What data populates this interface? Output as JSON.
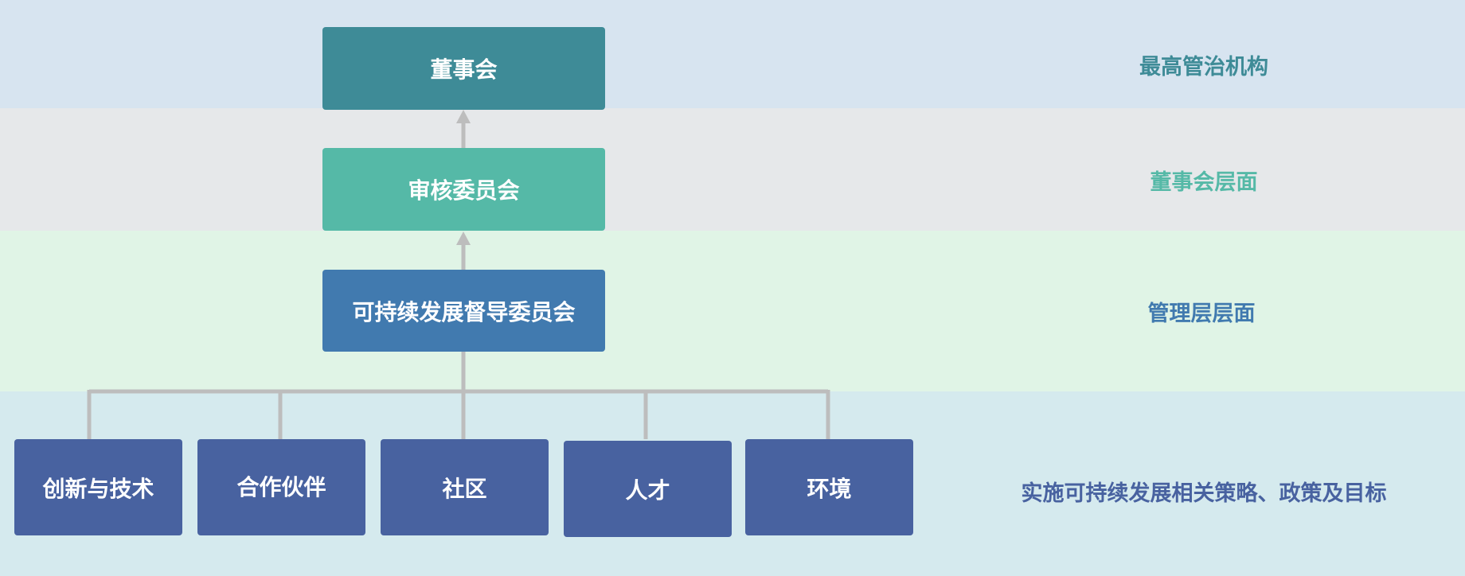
{
  "colors": {
    "band_top": "#d7e4f0",
    "band_board_level": "#e6e8ea",
    "band_management": "#e0f4e6",
    "band_implementation": "#d5eaee",
    "board_box": "#3e8b97",
    "audit_box": "#55b9a7",
    "steering_box": "#417aaf",
    "leaf_box": "#4862a0",
    "connector": "#bdbdbd",
    "label_top": "#3e8b97",
    "label_board_level": "#55b9a7",
    "label_management": "#417aaf",
    "label_implementation": "#4862a0"
  },
  "org": {
    "board": "董事会",
    "audit_committee": "审核委员会",
    "steering_committee": "可持续发展督导委员会",
    "focus_areas": [
      "创新与技术",
      "合作伙伴",
      "社区",
      "人才",
      "环境"
    ]
  },
  "levels": {
    "top": "最高管治机构",
    "board_level": "董事会层面",
    "management": "管理层层面",
    "implementation": "实施可持续发展相关策略、政策及目标"
  }
}
